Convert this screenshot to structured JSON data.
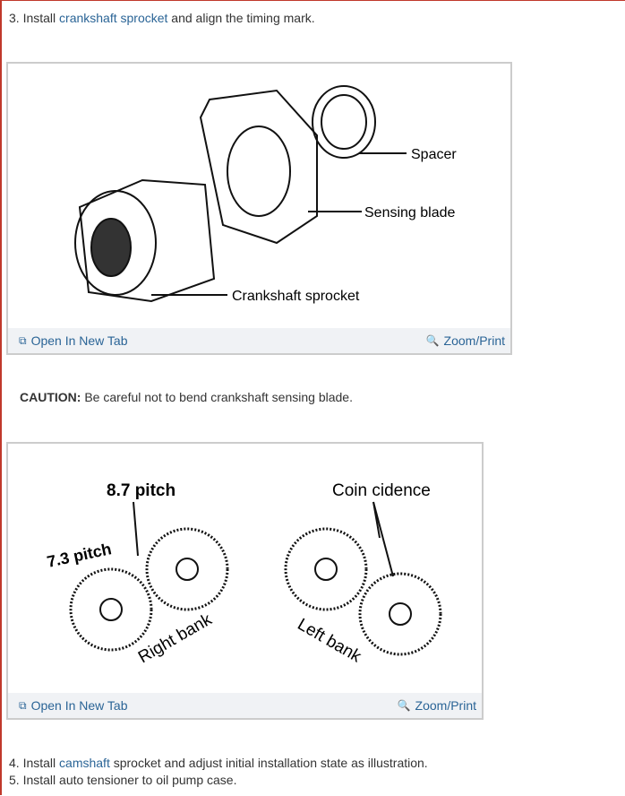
{
  "steps": {
    "s3": {
      "num": "3. Install ",
      "link": "crankshaft sprocket",
      "rest": " and align the timing mark."
    },
    "s4": {
      "num": "4. Install ",
      "link": "camshaft",
      "rest": " sprocket and adjust initial installation state as illustration."
    },
    "s5": {
      "text": "5. Install auto tensioner to oil pump case."
    }
  },
  "figure1": {
    "labels": {
      "spacer": "Spacer",
      "blade": "Sensing blade",
      "sprocket": "Crankshaft sprocket"
    },
    "open": "Open In New Tab",
    "zoom": "Zoom/Print"
  },
  "caution": {
    "label": "CAUTION:",
    "text": " Be careful not to bend crankshaft sensing blade."
  },
  "figure2": {
    "labels": {
      "p87": "8.7 pitch",
      "p73": "7.3 pitch",
      "right": "Right bank",
      "coin": "Coin cidence",
      "left": "Left bank"
    },
    "open": "Open In New Tab",
    "zoom": "Zoom/Print"
  },
  "colors": {
    "link": "#2a6496",
    "border": "#c0392b"
  }
}
